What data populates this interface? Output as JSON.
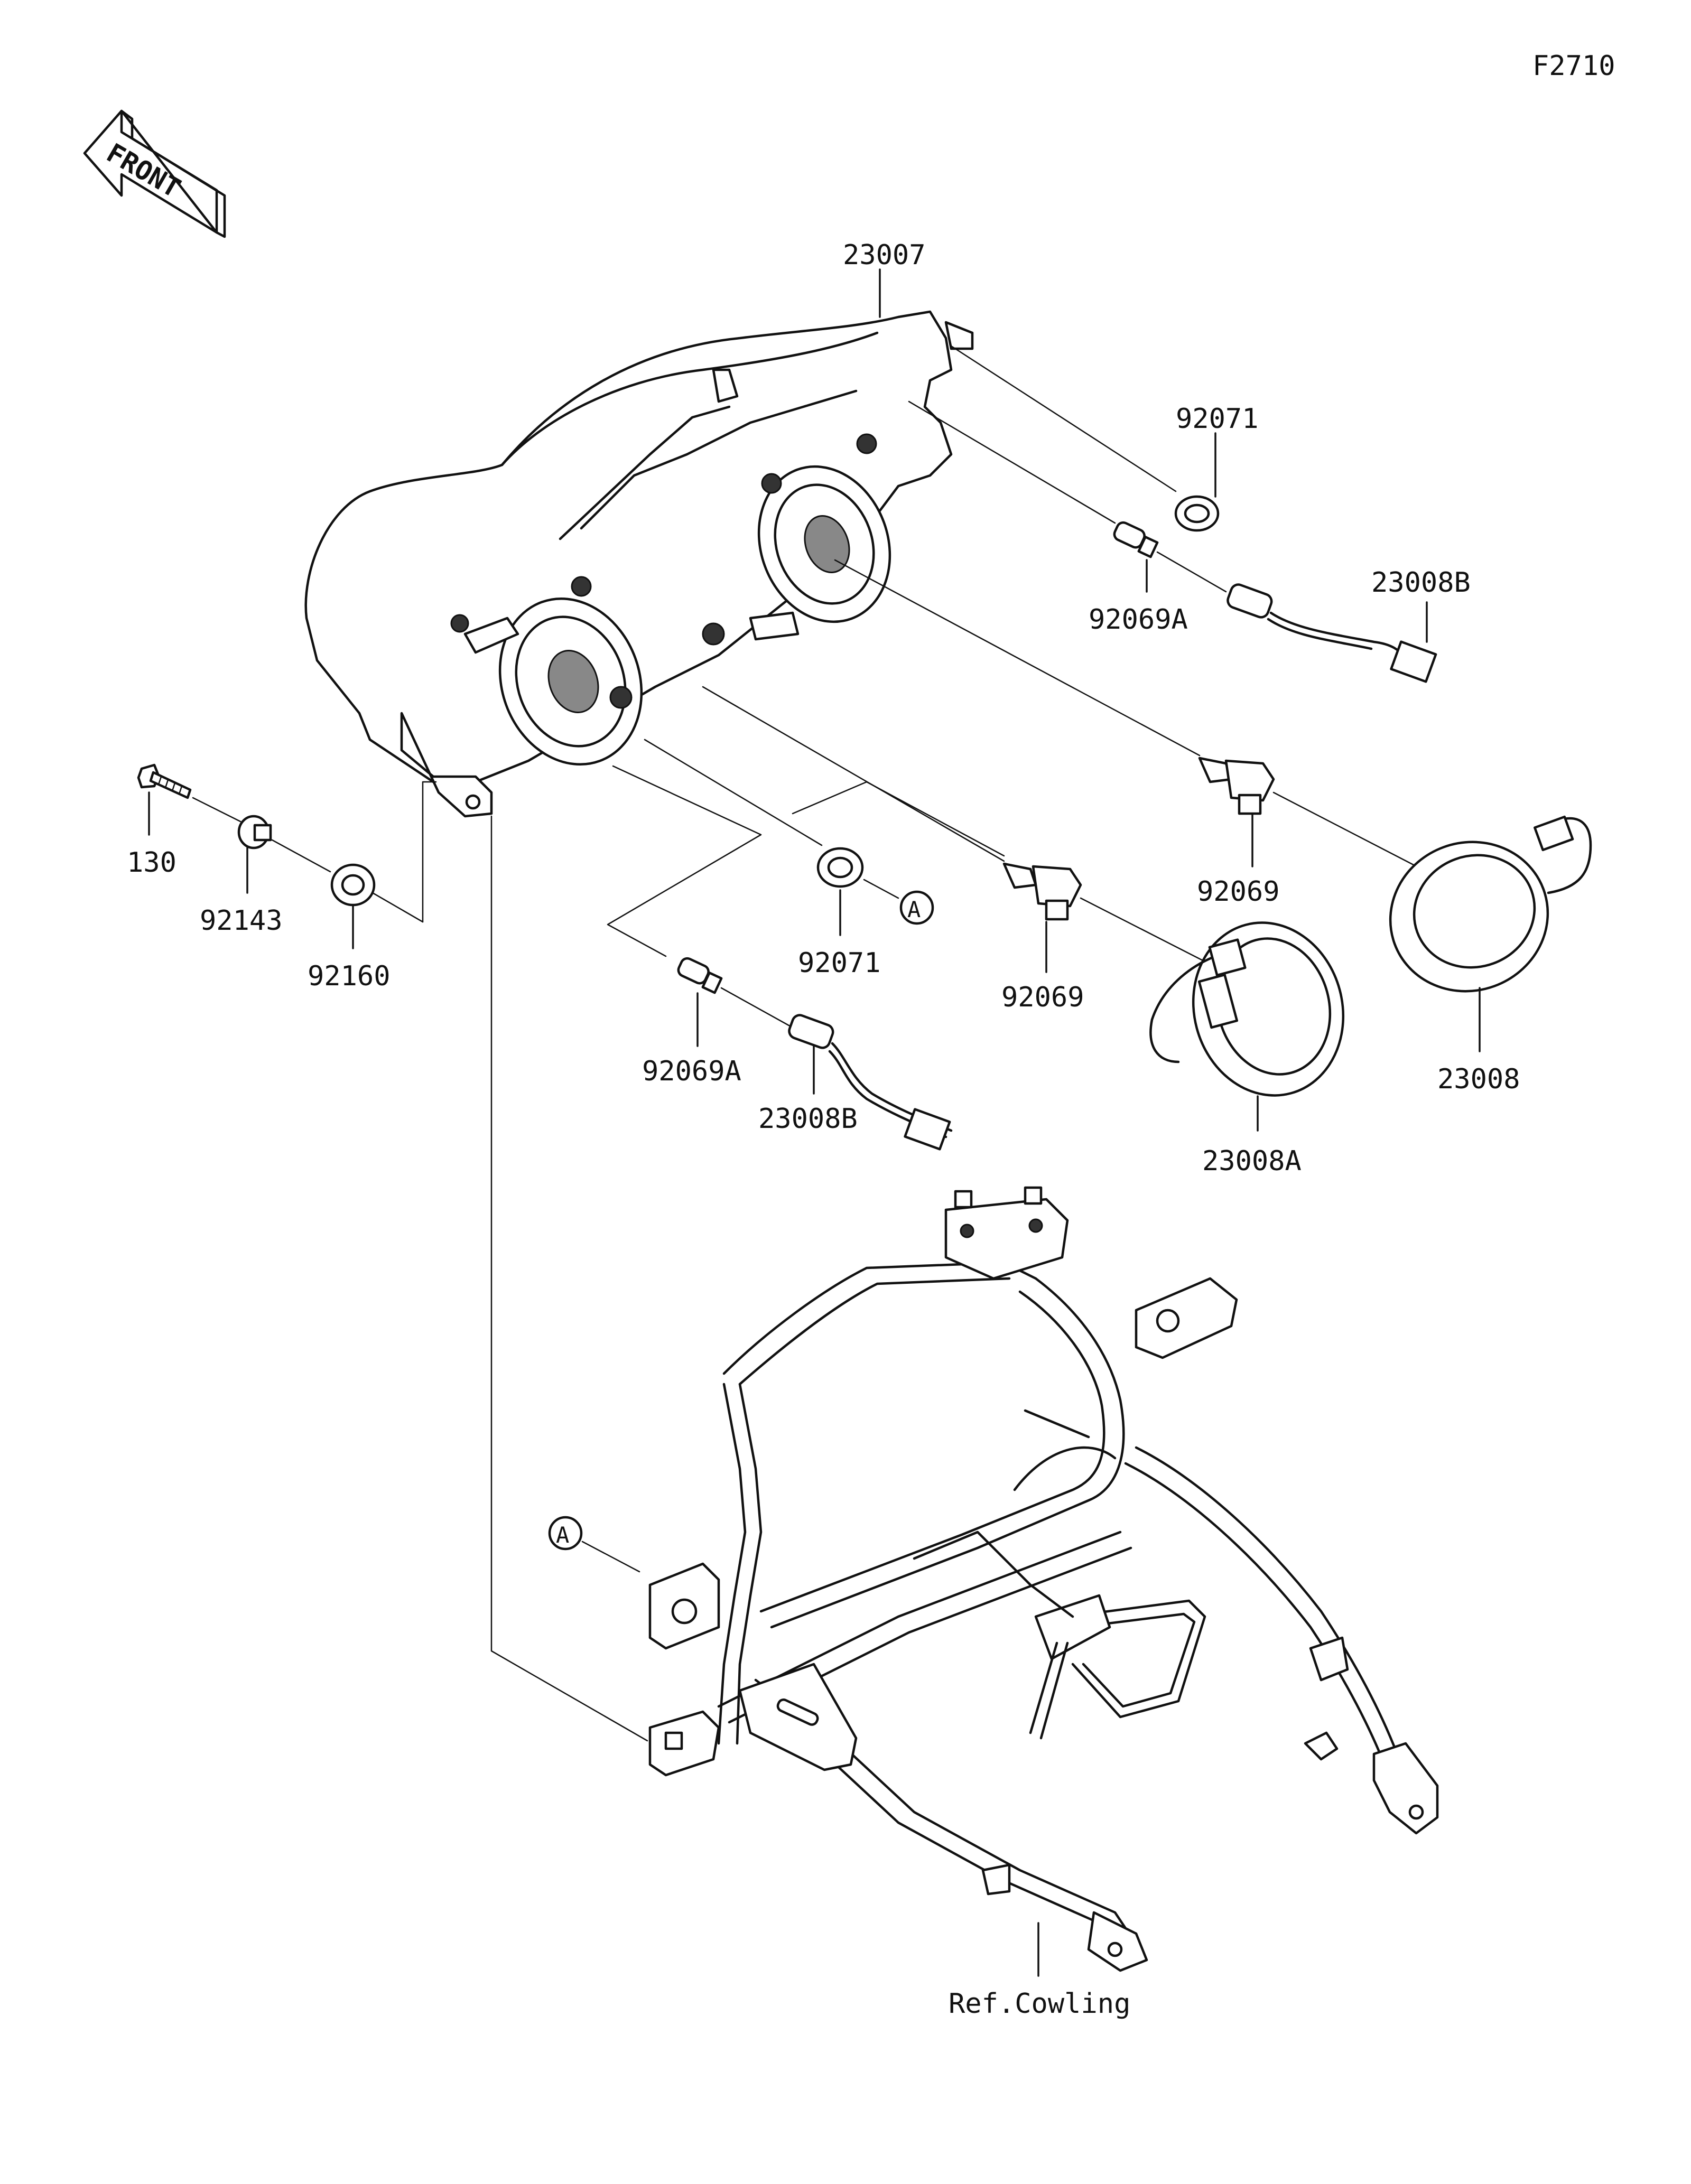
{
  "figure_code": "F2710",
  "front_arrow_label": "FRONT",
  "callouts": {
    "headlight_assy": "23007",
    "grommet_upper": "92071",
    "bulb_upper_a": "92069A",
    "socket_upper_b": "23008B",
    "bulb_right": "92069",
    "cover_right": "23008",
    "grommet_mid": "92071",
    "ref_a_upper": "A",
    "bulb_mid": "92069",
    "cover_mid": "23008A",
    "bulb_lower_a": "92069A",
    "socket_lower_b": "23008B",
    "bolt": "130",
    "collar": "92143",
    "damper": "92160",
    "ref_a_lower": "A",
    "ref_cowling": "Ref.Cowling"
  }
}
